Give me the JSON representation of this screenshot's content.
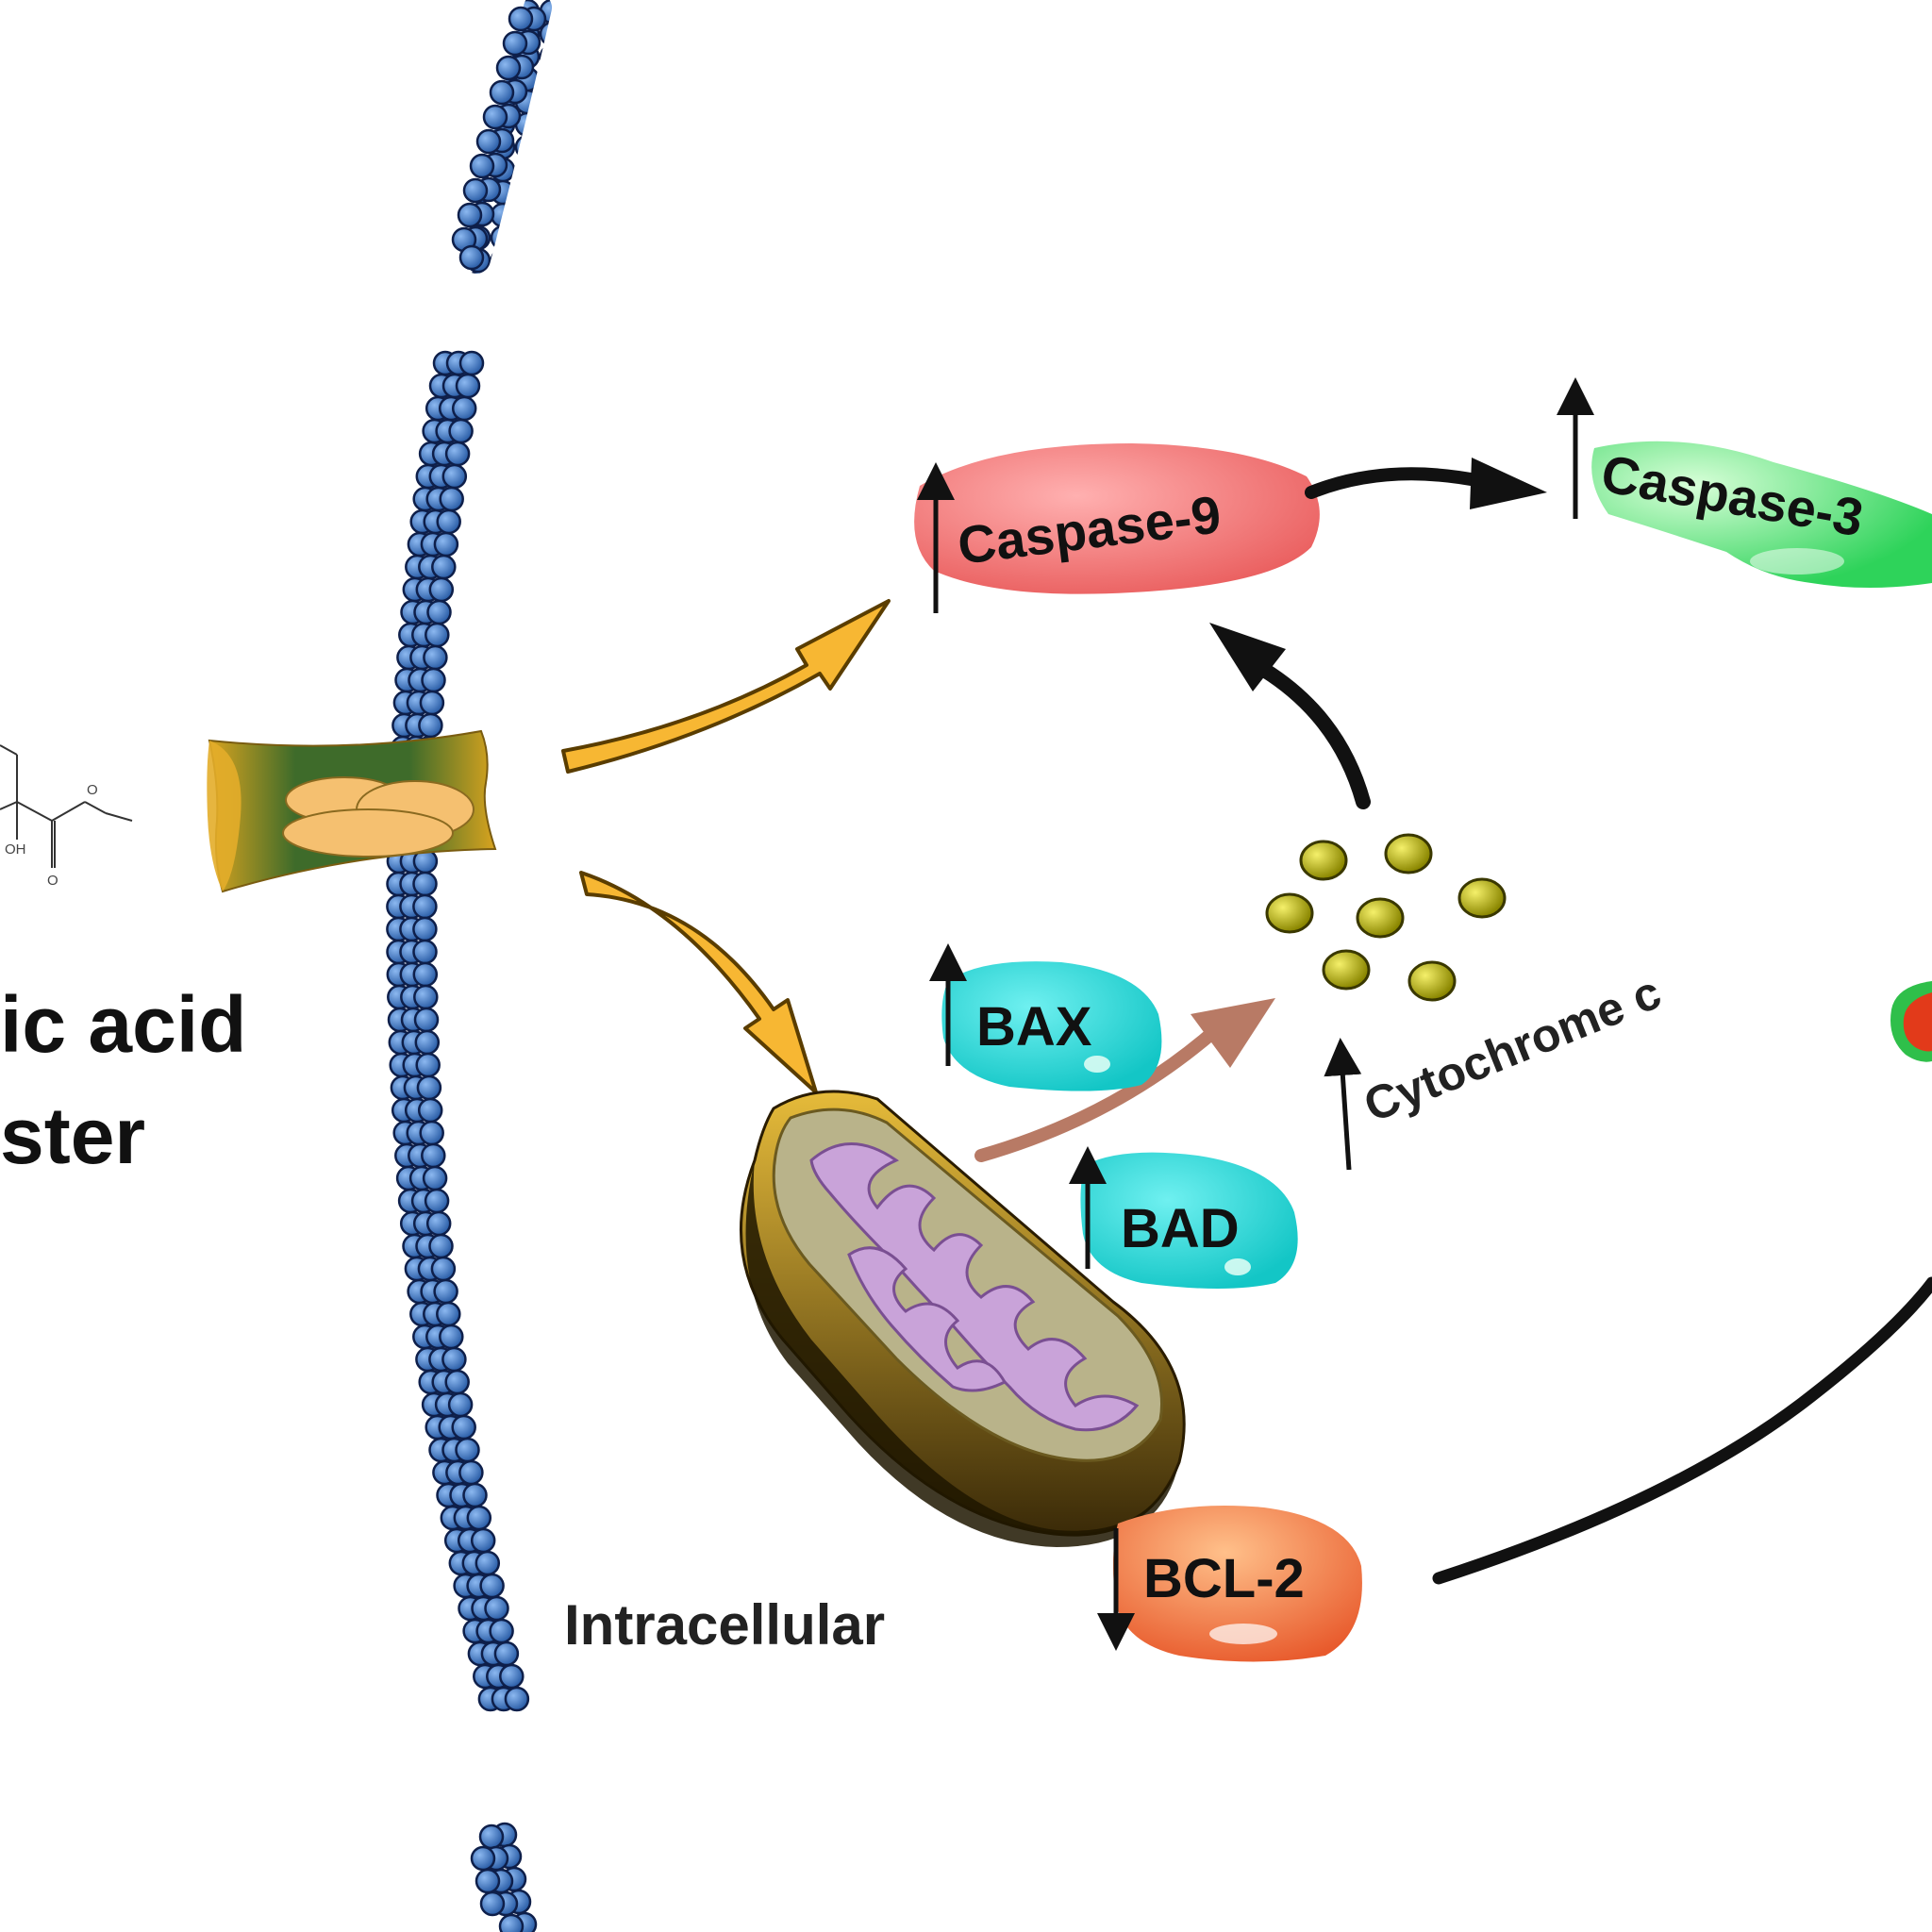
{
  "compound": {
    "name_line1": "ic acid",
    "name_line2": "ster",
    "structure_atoms": [
      "O",
      "OH",
      "O"
    ]
  },
  "region_label": "Intracellular",
  "proteins": {
    "caspase9": {
      "label": "Caspase-9",
      "regulation": "up",
      "color": "#f06a6a"
    },
    "caspase3": {
      "label": "Caspase-3",
      "regulation": "up",
      "color": "#3ee06a"
    },
    "bax": {
      "label": "BAX",
      "regulation": "up",
      "color": "#22d3d3"
    },
    "bad": {
      "label": "BAD",
      "regulation": "up",
      "color": "#22d3d3"
    },
    "bcl2": {
      "label": "BCL-2",
      "regulation": "down",
      "color": "#ef6a3a"
    }
  },
  "cytochrome_c": {
    "label": "Cytochrome c",
    "regulation": "up",
    "color": "#c8c200"
  },
  "colors": {
    "membrane": "#3f7fd1",
    "channel": "#e8a81c",
    "arrow_yellow": "#f7b733",
    "arrow_brown": "#b87a65",
    "mitochondrion": "#c99a1e",
    "cristae": "#c9a3d9"
  },
  "icons": [
    "lipid-bilayer-membrane",
    "ion-channel",
    "mitochondrion-icon",
    "cytochrome-c-particles"
  ]
}
